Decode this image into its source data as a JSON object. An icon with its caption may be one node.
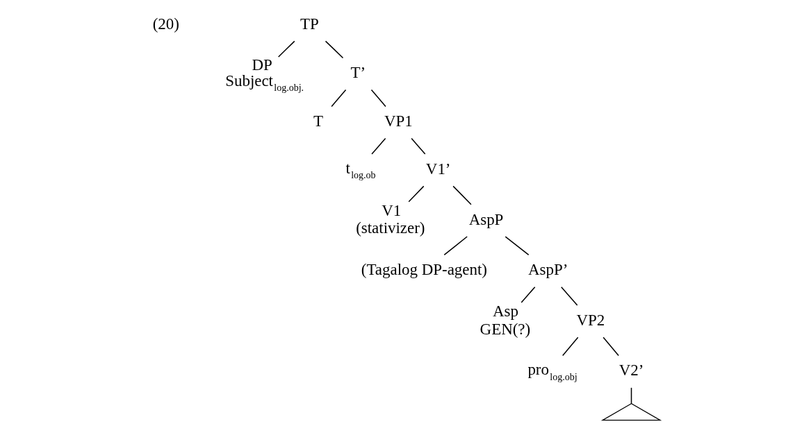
{
  "diagram": {
    "nodes": [
      {
        "text": [
          "TP"
        ]
      },
      {
        "text": [
          "DP",
          "Subject$_{log.obj.}$"
        ]
      },
      {
        "text": [
          "T’"
        ]
      },
      {
        "text": [
          "T"
        ]
      },
      {
        "text": [
          "VP1"
        ]
      },
      {
        "text": [
          "t$_{log.ob}$"
        ]
      },
      {
        "text": [
          "V1’"
        ]
      },
      {
        "text": [
          "V1",
          "(stativizer)"
        ]
      },
      {
        "text": [
          "AspP"
        ]
      },
      {
        "text": [
          "(Tagalog DP-agent)"
        ]
      },
      {
        "text": [
          "AspP’"
        ]
      },
      {
        "text": [
          "Asp",
          "GEN(?)"
        ]
      },
      {
        "text": [
          "VP2"
        ]
      },
      {
        "text": [
          "pro$_{log.obj}$"
        ]
      },
      {
        "text": [
          "V2’"
        ]
      },
      {
        "text": [],
        "shape": "triangle"
      }
    ],
    "edges": [
      {
        "from": 0,
        "to": 1,
        "arrow": "none"
      },
      {
        "from": 0,
        "to": 2,
        "arrow": "none"
      },
      {
        "from": 2,
        "to": 3,
        "arrow": "none"
      },
      {
        "from": 2,
        "to": 4,
        "arrow": "none"
      },
      {
        "from": 4,
        "to": 5,
        "arrow": "none"
      },
      {
        "from": 4,
        "to": 6,
        "arrow": "none"
      },
      {
        "from": 6,
        "to": 7,
        "arrow": "none"
      },
      {
        "from": 6,
        "to": 8,
        "arrow": "none"
      },
      {
        "from": 8,
        "to": 9,
        "arrow": "none"
      },
      {
        "from": 8,
        "to": 10,
        "arrow": "none"
      },
      {
        "from": 10,
        "to": 11,
        "arrow": "none"
      },
      {
        "from": 10,
        "to": 12,
        "arrow": "none"
      },
      {
        "from": 12,
        "to": 13,
        "arrow": "none"
      },
      {
        "from": 12,
        "to": 14,
        "arrow": "none"
      },
      {
        "from": 14,
        "to": 15,
        "arrow": "none"
      }
    ],
    "labels": [
      "(20)"
    ]
  }
}
